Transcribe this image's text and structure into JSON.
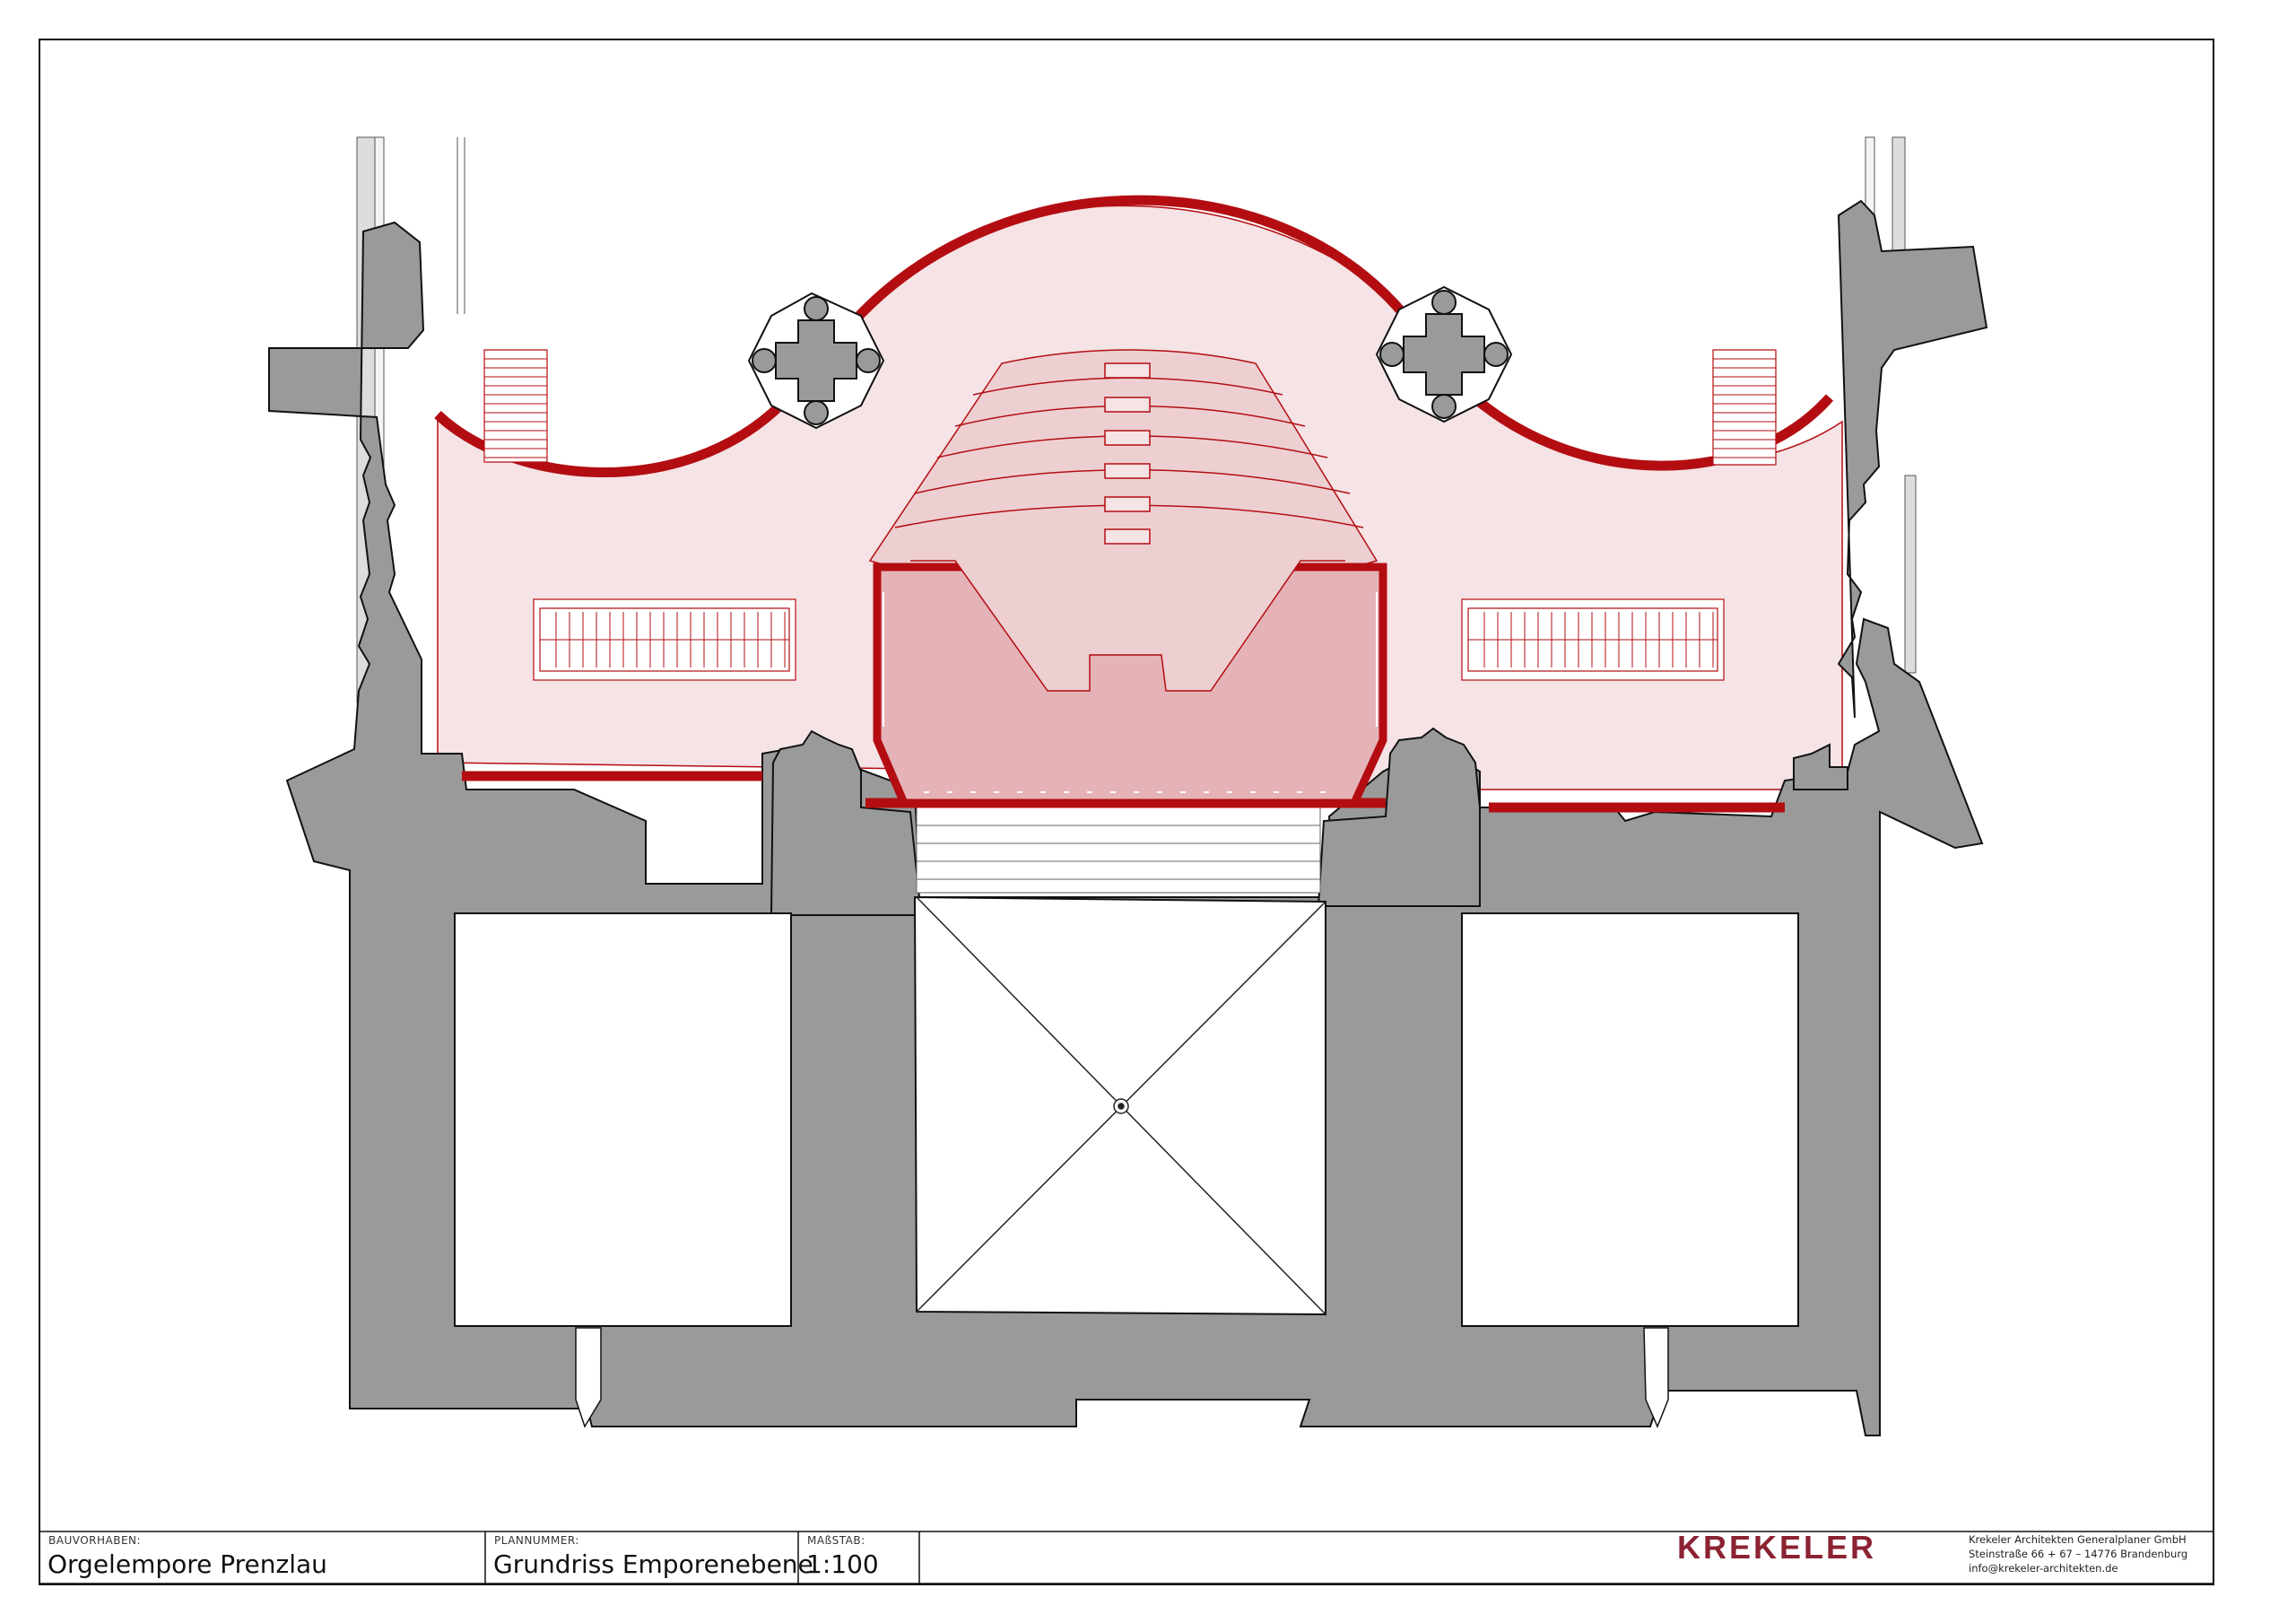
{
  "drawing": {
    "colors": {
      "wall": "#9a9a9a",
      "wall_outline": "#111111",
      "new_element": "#b30d12",
      "floor_fill": "#f5e3e5",
      "platform_fill": "#e5b3b7",
      "seating_fill": "#edcfd2"
    }
  },
  "title_block": {
    "project_label": "BAUVORHABEN:",
    "project_value": "Orgelempore Prenzlau",
    "plan_label": "PLANNUMMER:",
    "plan_value": "Grundriss Emporenebene",
    "scale_label": "MAßSTAB:",
    "scale_value": "1:100"
  },
  "company": {
    "logo": "KREKELER",
    "name": "Krekeler Architekten Generalplaner GmbH",
    "street": "Steinstraße 66 + 67 – 14776 Brandenburg",
    "email": "info@krekeler-architekten.de"
  }
}
